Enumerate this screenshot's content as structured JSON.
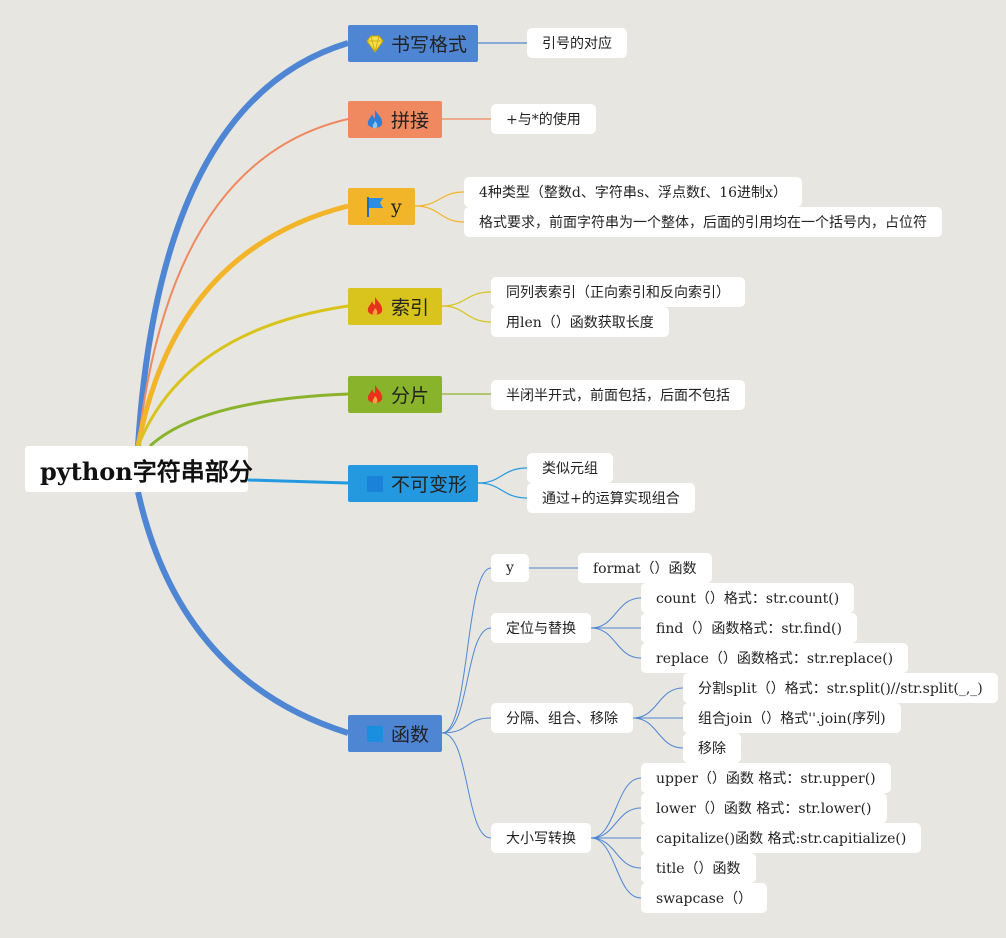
{
  "root": {
    "label": "python字符串部分"
  },
  "branches": [
    {
      "label": "书写格式",
      "color": "#4f86d4",
      "icon": "diamond-icon",
      "leaves": [
        "引号的对应"
      ]
    },
    {
      "label": "拼接",
      "color": "#f08860",
      "icon": "fire-icon",
      "leaves": [
        "+与*的使用"
      ]
    },
    {
      "label": "y",
      "color": "#f2b52a",
      "icon": "flag-icon",
      "leaves": [
        "4种类型（整数d、字符串s、浮点数f、16进制x）",
        "格式要求，前面字符串为一个整体，后面的引用均在一个括号内，占位符"
      ]
    },
    {
      "label": "索引",
      "color": "#d8c41c",
      "icon": "fire-icon",
      "leaves": [
        "同列表索引（正向索引和反向索引）",
        "用len（）函数获取长度"
      ]
    },
    {
      "label": "分片",
      "color": "#8ab32c",
      "icon": "fire-icon",
      "leaves": [
        "半闭半开式，前面包括，后面不包括"
      ]
    },
    {
      "label": "不可变形",
      "color": "#2499e0",
      "icon": "square-icon",
      "leaves": [
        "类似元组",
        "通过+的运算实现组合"
      ]
    },
    {
      "label": "函数",
      "color": "#4f86d4",
      "icon": "square-icon",
      "groups": [
        {
          "label": "y",
          "items": [
            "format（）函数"
          ]
        },
        {
          "label": "定位与替换",
          "items": [
            "count（）格式：str.count()",
            "find（）函数格式：str.find()",
            "replace（）函数格式：str.replace()"
          ]
        },
        {
          "label": "分隔、组合、移除",
          "items": [
            "分割split（）格式：str.split()//str.split(_,_)",
            "组合join（）格式''.join(序列)",
            "移除"
          ]
        },
        {
          "label": "大小写转换",
          "items": [
            "upper（）函数 格式：str.upper()",
            "lower（）函数 格式：str.lower()",
            "capitalize()函数 格式:str.capitialize()",
            "title（）函数",
            "swapcase（）"
          ]
        }
      ]
    }
  ]
}
